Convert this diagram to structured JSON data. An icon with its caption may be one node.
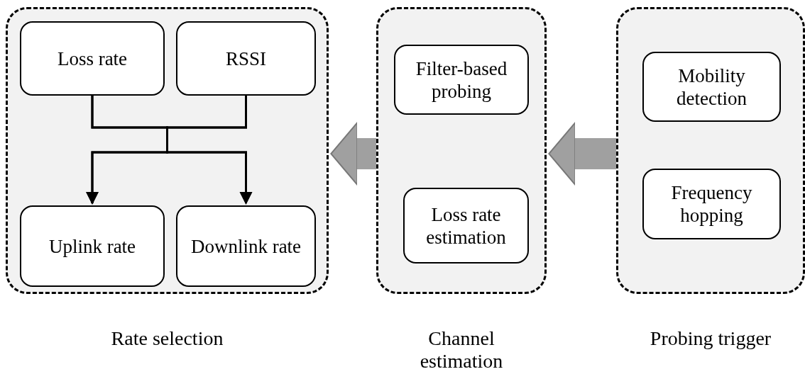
{
  "diagram": {
    "nodes": [
      {
        "text": [
          "Rate selection"
        ]
      },
      {
        "text": [
          "Loss rate"
        ],
        "in": 0
      },
      {
        "text": [
          "RSSI"
        ],
        "in": 0
      },
      {
        "text": [
          "Uplink rate"
        ],
        "in": 0
      },
      {
        "text": [
          "Downlink rate"
        ],
        "in": 0
      },
      {
        "text": [
          "Channel estimation"
        ]
      },
      {
        "text": [
          "Filter-based probing"
        ],
        "in": 5
      },
      {
        "text": [
          "Loss rate estimation"
        ],
        "in": 5
      },
      {
        "text": [
          "Probing trigger"
        ]
      },
      {
        "text": [
          "Mobility detection"
        ],
        "in": 8
      },
      {
        "text": [
          "Frequency hopping"
        ],
        "in": 8
      }
    ],
    "edges": [
      {
        "from": 1,
        "to": 3,
        "arrow": "to"
      },
      {
        "from": 1,
        "to": 4,
        "arrow": "to"
      },
      {
        "from": 2,
        "to": 3,
        "arrow": "to"
      },
      {
        "from": 2,
        "to": 4,
        "arrow": "to"
      },
      {
        "from": 5,
        "to": 0,
        "arrow": "to",
        "style": "thick",
        "color": "#a0a0a0"
      },
      {
        "from": 8,
        "to": 5,
        "arrow": "to",
        "style": "thick",
        "color": "#a0a0a0"
      }
    ]
  }
}
